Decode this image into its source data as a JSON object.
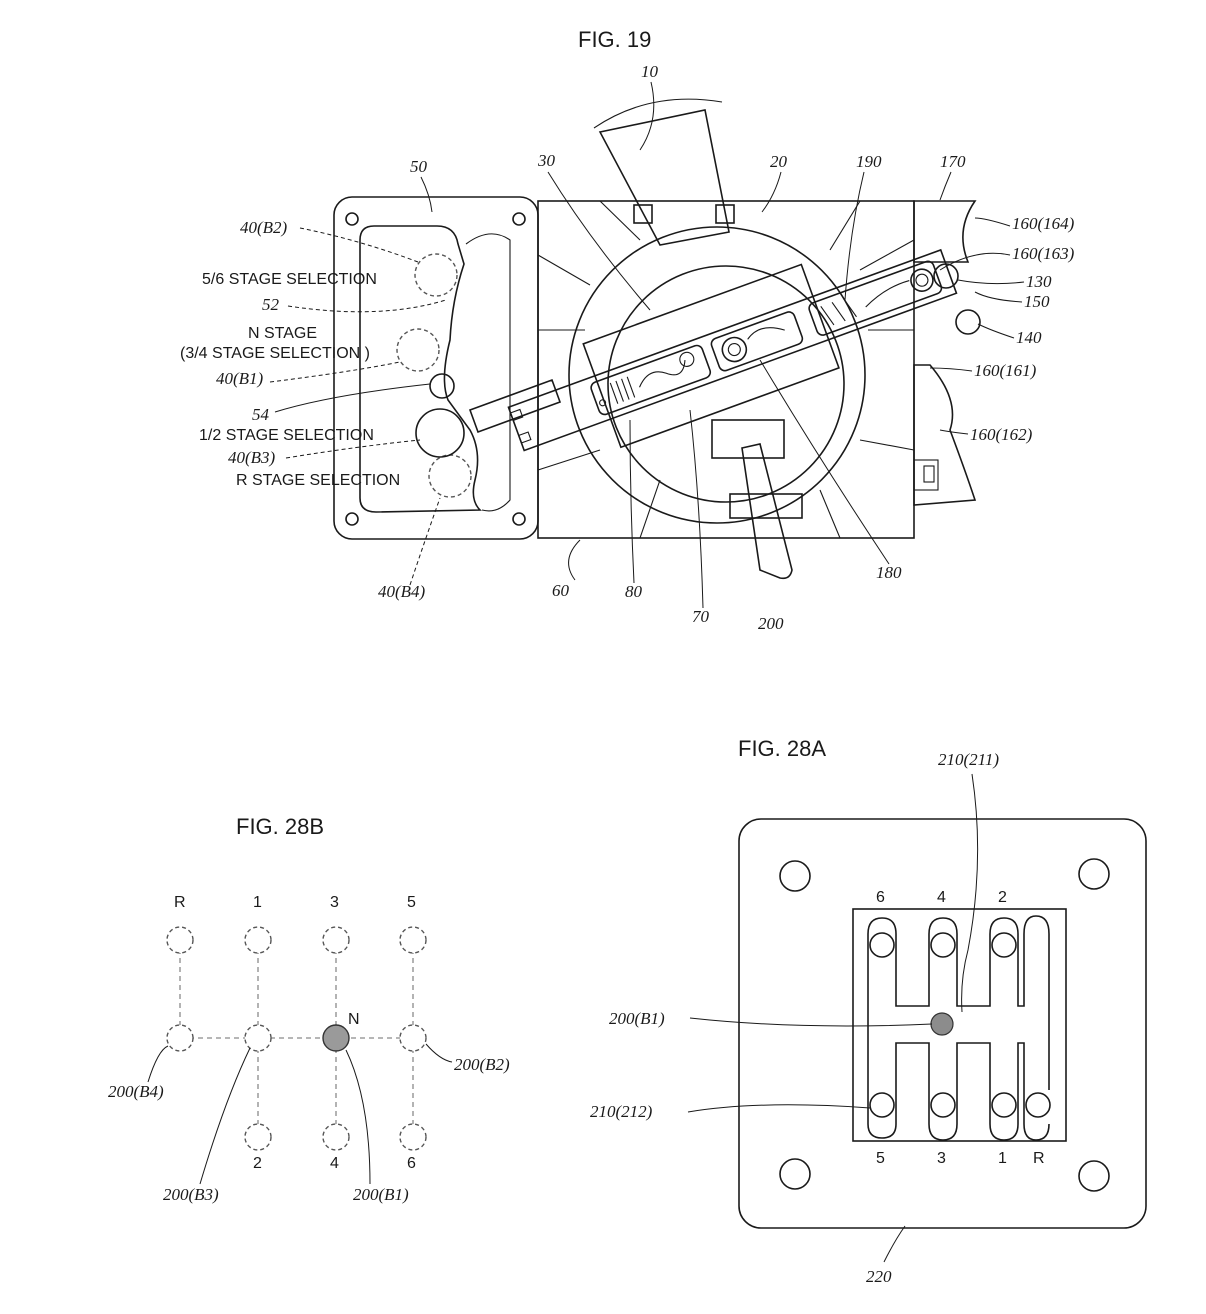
{
  "fig19": {
    "title": "FIG. 19",
    "captions": {
      "c56": "5/6  STAGE SELECTION",
      "cN": "N  STAGE",
      "c34": "(3/4  STAGE SELECTION )",
      "c12": "1/2  STAGE SELECTION",
      "cR": "R  STAGE SELECTION"
    },
    "refs": {
      "r10": "10",
      "r20": "20",
      "r30": "30",
      "r50": "50",
      "r52": "52",
      "r54": "54",
      "r60": "60",
      "r70": "70",
      "r80": "80",
      "r130": "130",
      "r140": "140",
      "r150": "150",
      "r170": "170",
      "r180": "180",
      "r190": "190",
      "r200": "200",
      "rB1": "40(B1)",
      "rB2": "40(B2)",
      "rB3": "40(B3)",
      "rB4": "40(B4)",
      "r161": "160(161)",
      "r162": "160(162)",
      "r163": "160(163)",
      "r164": "160(164)"
    }
  },
  "fig28a": {
    "title": "FIG. 28A",
    "top_labels": [
      "6",
      "4",
      "2"
    ],
    "bottom_labels": [
      "5",
      "3",
      "1",
      "R"
    ],
    "refs": {
      "r211": "210(211)",
      "r212": "210(212)",
      "rB1": "200(B1)",
      "r220": "220"
    }
  },
  "fig28b": {
    "title": "FIG. 28B",
    "top_labels": [
      "R",
      "1",
      "3",
      "5"
    ],
    "bottom_labels": [
      "2",
      "4",
      "6"
    ],
    "neutral_label": "N",
    "refs": {
      "rB1": "200(B1)",
      "rB2": "200(B2)",
      "rB3": "200(B3)",
      "rB4": "200(B4)"
    }
  }
}
